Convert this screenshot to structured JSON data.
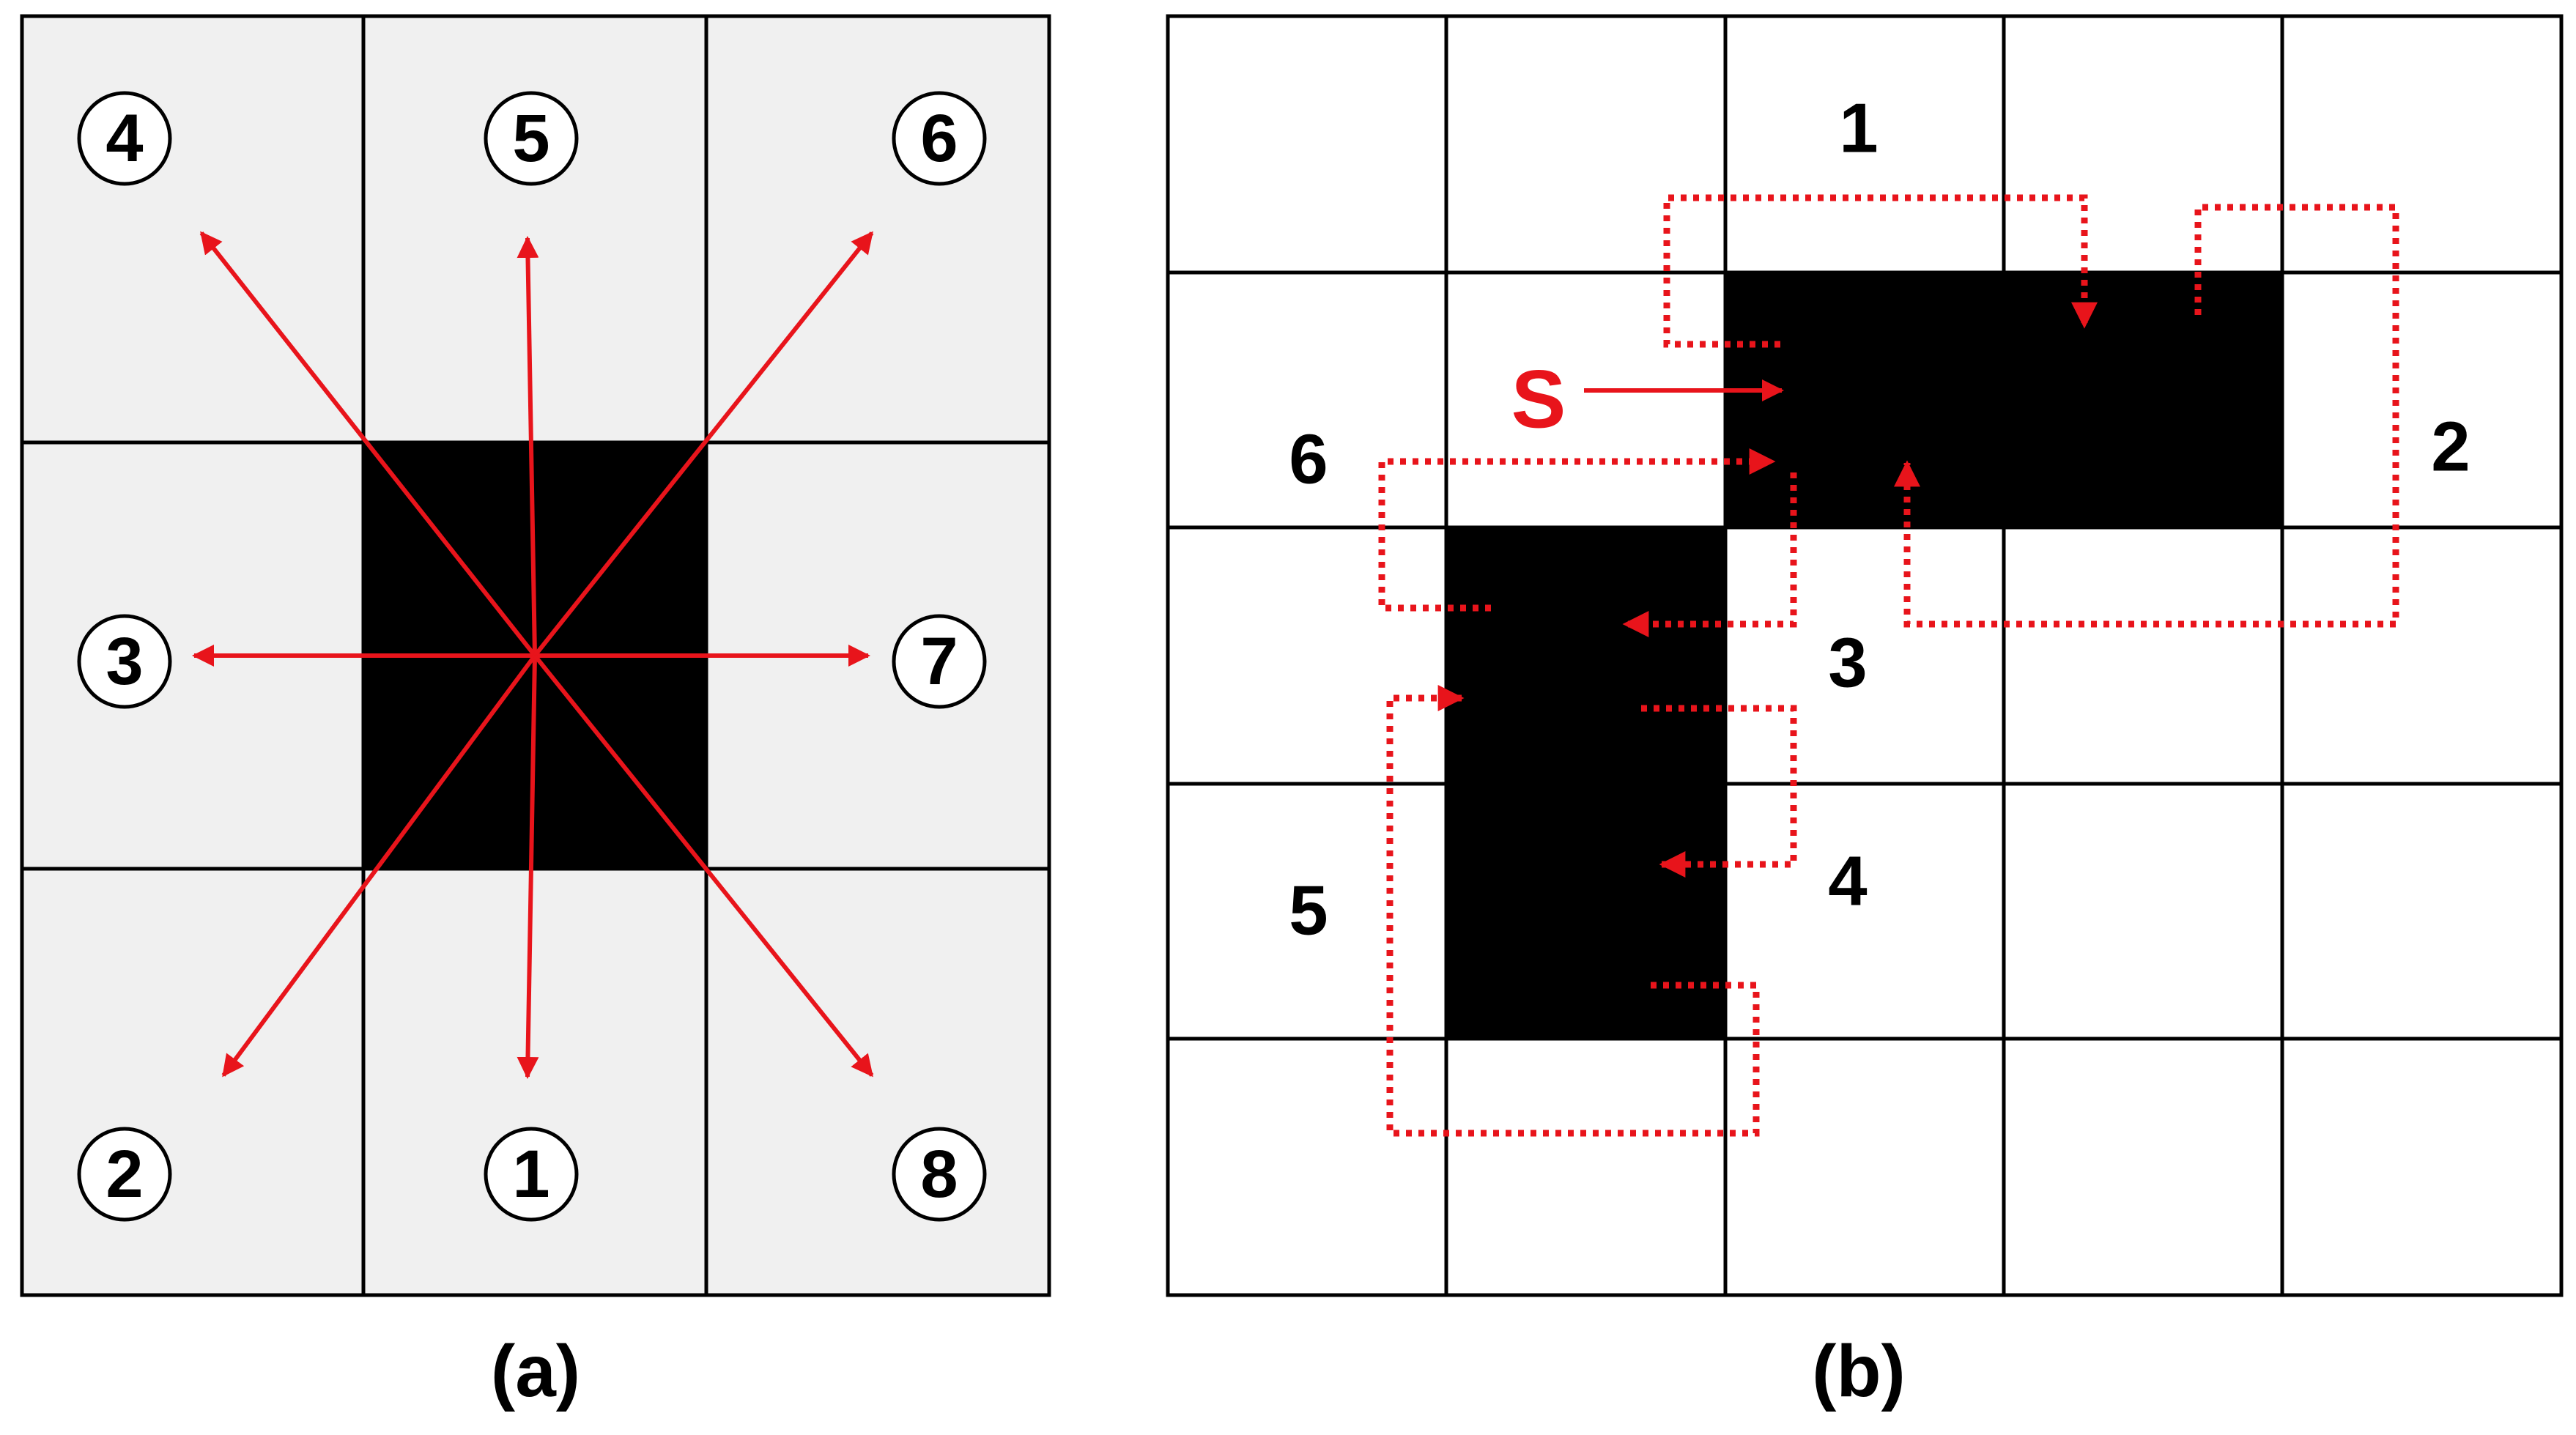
{
  "panel_a": {
    "caption": "(a)",
    "direction_labels": {
      "d1": "1",
      "d2": "2",
      "d3": "3",
      "d4": "4",
      "d5": "5",
      "d6": "6",
      "d7": "7",
      "d8": "8"
    },
    "cell_fill": "#f0f0f0",
    "center_fill": "#000000",
    "arrow_color": "#e8141b"
  },
  "panel_b": {
    "caption": "(b)",
    "start_label": "S",
    "step_labels": {
      "s1": "1",
      "s2": "2",
      "s3": "3",
      "s4": "4",
      "s5": "5",
      "s6": "6"
    },
    "path_color": "#e8141b",
    "blob_fill": "#000000"
  }
}
